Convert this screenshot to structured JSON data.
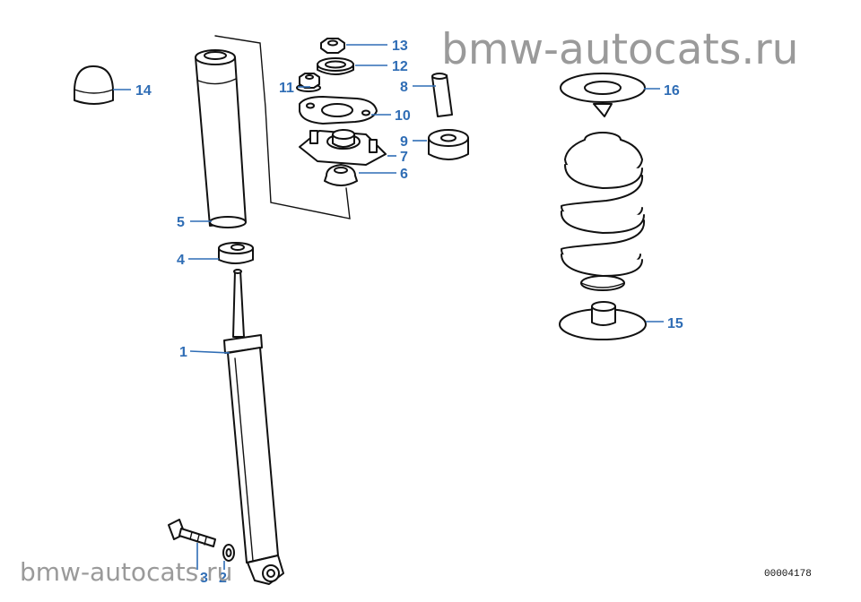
{
  "watermark": {
    "top": "bmw-autocats.ru",
    "bottom": "bmw-autocats.ru"
  },
  "diagram_code": "00004178",
  "colors": {
    "label": "#2f6db5",
    "ink": "#111111",
    "watermark": "#9a9a9a"
  },
  "parts": [
    {
      "id": "part-1",
      "label": "1"
    },
    {
      "id": "part-2",
      "label": "2"
    },
    {
      "id": "part-3",
      "label": "3"
    },
    {
      "id": "part-4",
      "label": "4"
    },
    {
      "id": "part-5",
      "label": "5"
    },
    {
      "id": "part-6",
      "label": "6"
    },
    {
      "id": "part-7",
      "label": "7"
    },
    {
      "id": "part-8",
      "label": "8"
    },
    {
      "id": "part-9",
      "label": "9"
    },
    {
      "id": "part-10",
      "label": "10"
    },
    {
      "id": "part-11",
      "label": "11"
    },
    {
      "id": "part-12",
      "label": "12"
    },
    {
      "id": "part-13",
      "label": "13"
    },
    {
      "id": "part-14",
      "label": "14"
    },
    {
      "id": "part-15",
      "label": "15"
    },
    {
      "id": "part-16",
      "label": "16"
    }
  ]
}
